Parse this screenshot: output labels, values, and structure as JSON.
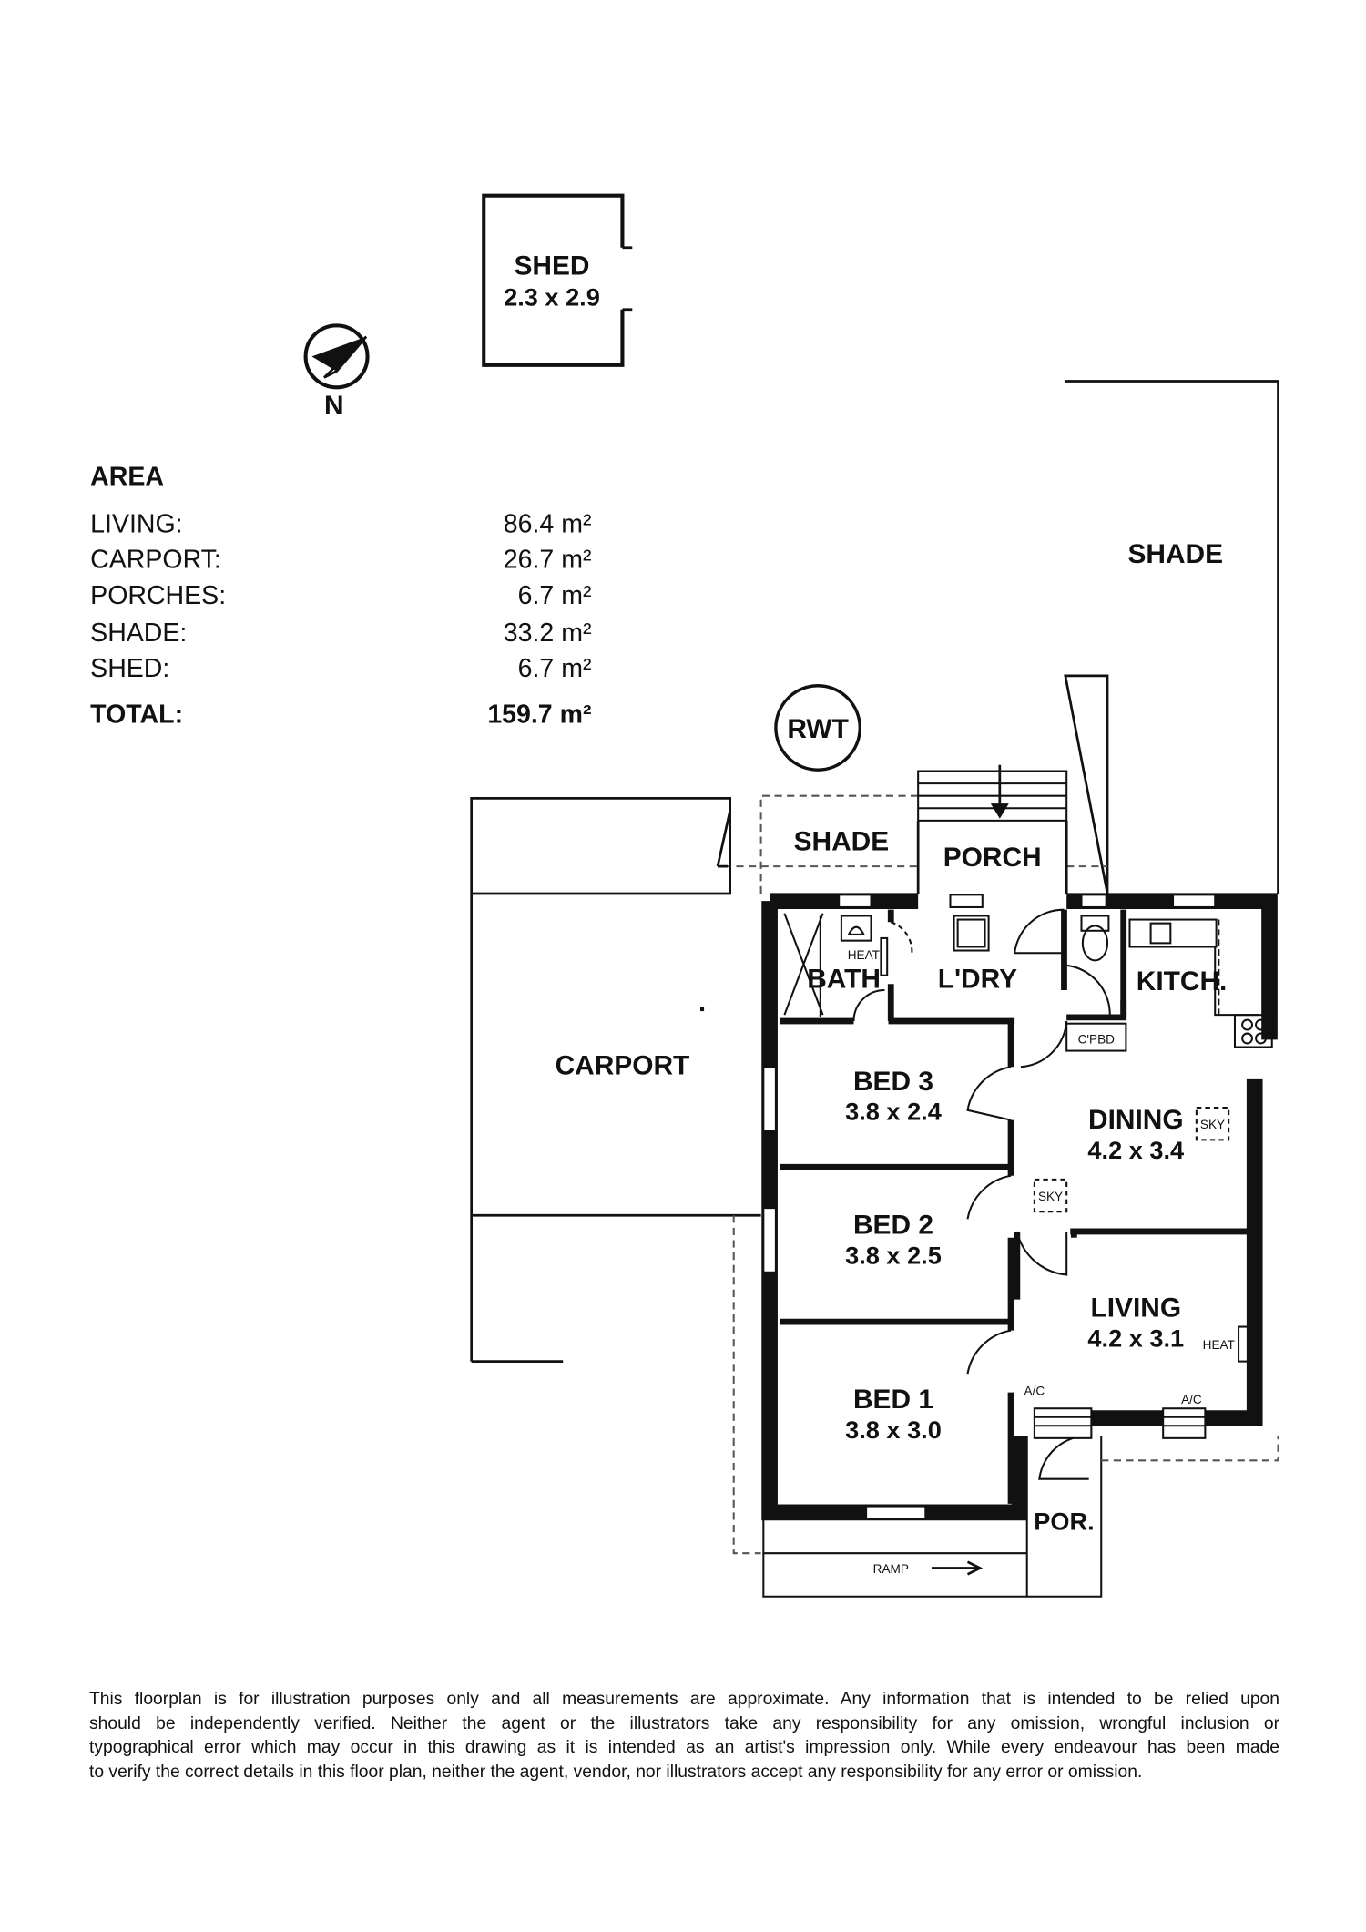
{
  "north_label": "N",
  "area": {
    "heading": "AREA",
    "rows": [
      {
        "label": "LIVING:",
        "value": "86.4 m²"
      },
      {
        "label": "CARPORT:",
        "value": "26.7 m²"
      },
      {
        "label": "PORCHES:",
        "value": "6.7 m²"
      },
      {
        "label": "SHADE:",
        "value": "33.2 m²"
      },
      {
        "label": "SHED:",
        "value": "6.7 m²"
      }
    ],
    "total": {
      "label": "TOTAL:",
      "value": "159.7 m²"
    }
  },
  "rooms": {
    "shed": {
      "name": "SHED",
      "dims": "2.3 x 2.9"
    },
    "shade_top": "SHADE",
    "shade_mid": "SHADE",
    "rwt": "RWT",
    "porch": "PORCH",
    "carport": "CARPORT",
    "bath": "BATH",
    "heat_bath": "HEAT",
    "laundry": "L'DRY",
    "kitchen": "KITCH.",
    "cpbd": "C'PBD",
    "bed3": {
      "name": "BED 3",
      "dims": "3.8 x 2.4"
    },
    "bed2": {
      "name": "BED 2",
      "dims": "3.8 x 2.5"
    },
    "bed1": {
      "name": "BED 1",
      "dims": "3.8 x 3.0"
    },
    "dining": {
      "name": "DINING",
      "dims": "4.2 x 3.4"
    },
    "living": {
      "name": "LIVING",
      "dims": "4.2 x 3.1"
    },
    "sky1": "SKY",
    "sky2": "SKY",
    "heat_living": "HEAT",
    "ac1": "A/C",
    "ac2": "A/C",
    "por": "POR.",
    "ramp": "RAMP"
  },
  "disclaimer": [
    "This floorplan is for illustration purposes only and all measurements are approximate. Any information that is intended to be relied upon",
    "should be independently verified. Neither the agent or the illustrators take any responsibility for any omission, wrongful inclusion or",
    "typographical error which may occur in this drawing as it is intended as an artist's impression only. While every endeavour has been made",
    "to verify the correct details in this floor plan, neither the agent, vendor, nor illustrators accept any responsibility for any error or omission."
  ]
}
